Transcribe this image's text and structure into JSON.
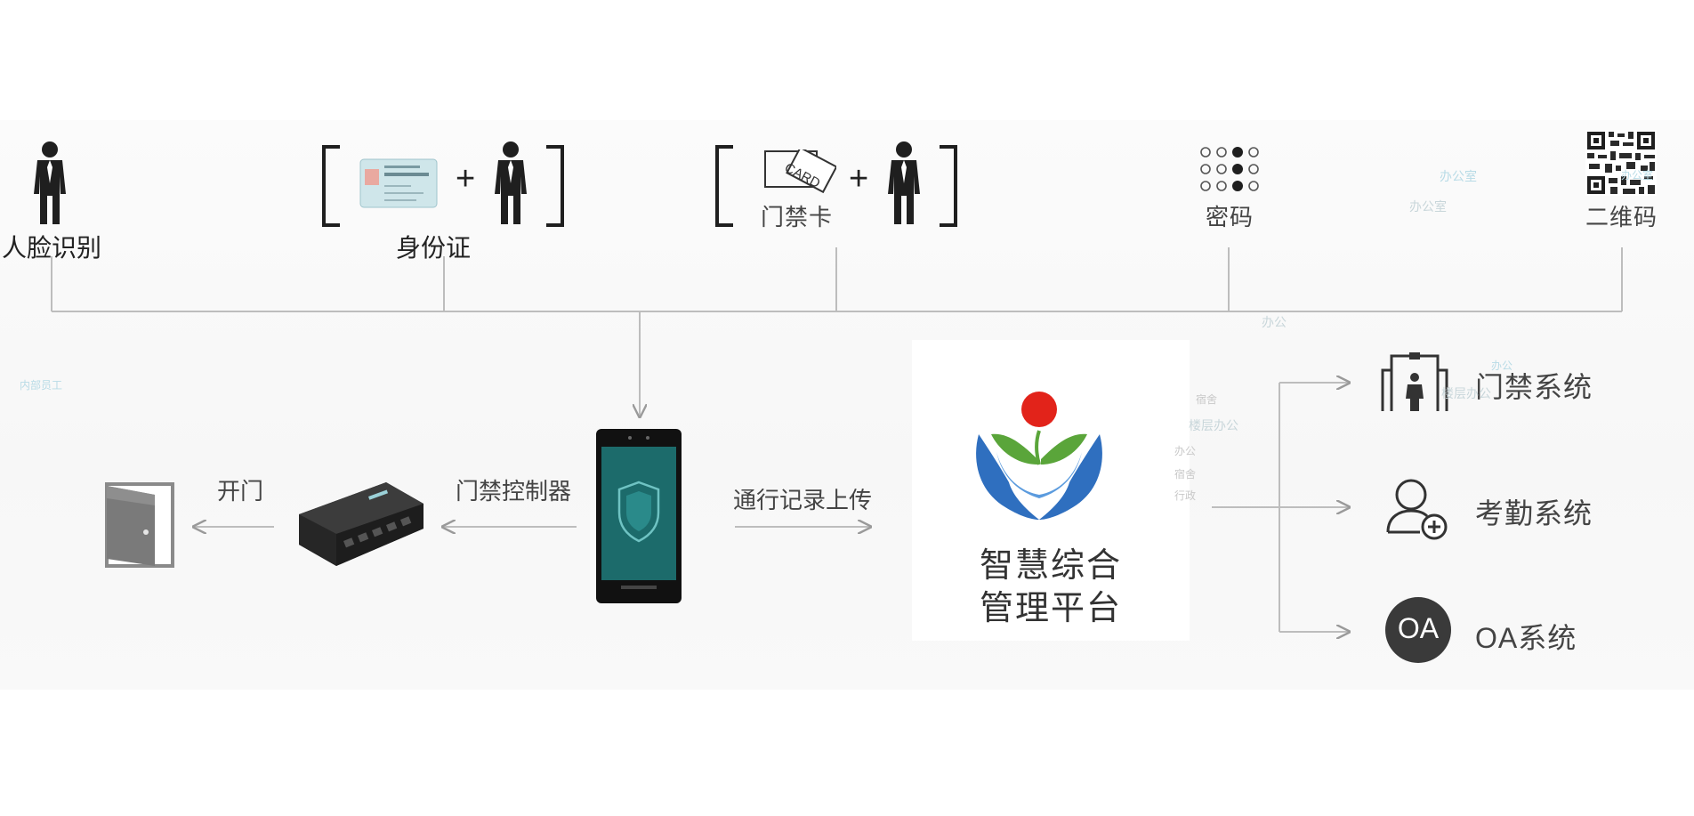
{
  "inputs": {
    "face": "人脸识别",
    "id_card": "身份证",
    "access_card": "门禁卡",
    "card_text": "CARD",
    "password": "密码",
    "qr_code": "二维码",
    "plus": "+"
  },
  "flow": {
    "open_door": "开门",
    "controller": "门禁控制器",
    "upload": "通行记录上传"
  },
  "platform": {
    "line1": "智慧综合",
    "line2": "管理平台"
  },
  "systems": [
    {
      "label": "门禁系统",
      "icon": "turnstile-gate-icon"
    },
    {
      "label": "考勤系统",
      "icon": "user-add-icon"
    },
    {
      "label": "OA系统",
      "icon": "oa-badge-icon",
      "badge": "OA"
    }
  ],
  "watermarks": {
    "w1": "办公室",
    "w2": "办公室",
    "w3": "办公",
    "w4": "内部员工",
    "w5": "楼层办公",
    "w6": "办公",
    "w7": "宿舍",
    "w8": "行政",
    "w9": "宿舍",
    "w10": "办公",
    "w11": "楼层办公",
    "w12": "办公室"
  },
  "colors": {
    "line": "#bdbdbd",
    "icon_dark": "#1f1f1f",
    "logo_blue": "#2f6fbf",
    "logo_green": "#5aa53a",
    "logo_red": "#e2231a",
    "screen_teal": "#1c6b6b"
  }
}
